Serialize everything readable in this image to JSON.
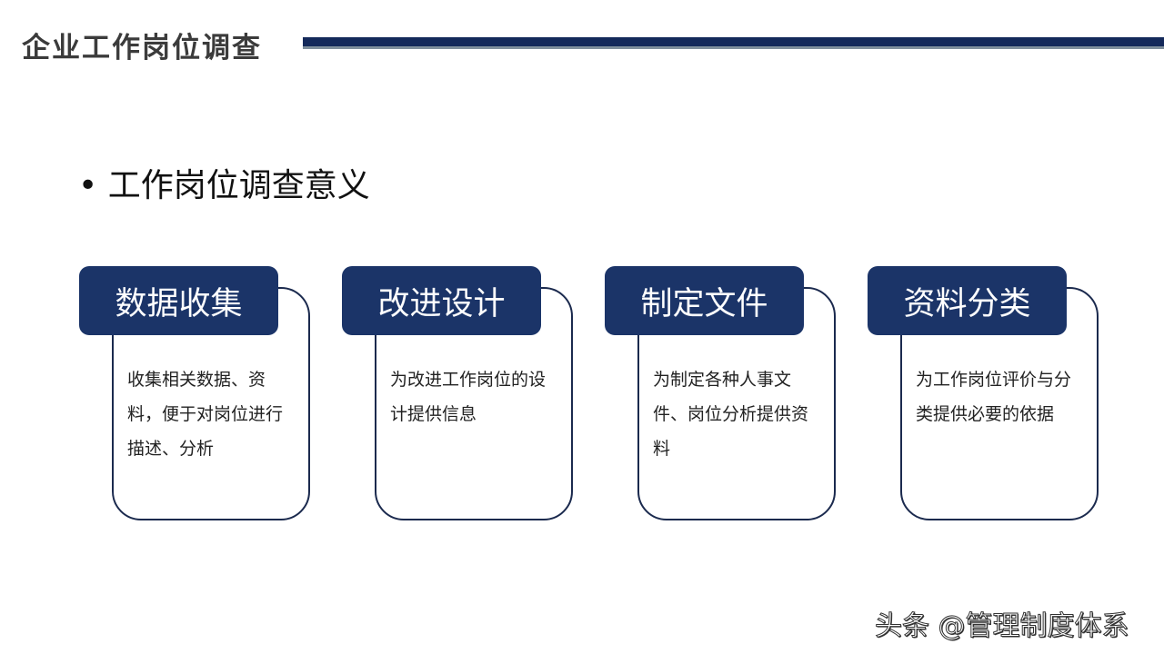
{
  "header": {
    "title": "企业工作岗位调查"
  },
  "section": {
    "bullet": "•",
    "heading": "工作岗位调查意义"
  },
  "cards": [
    {
      "title": "数据收集",
      "text": "收集相关数据、资料，便于对岗位进行描述、分析"
    },
    {
      "title": "改进设计",
      "text": "为改进工作岗位的设计提供信息"
    },
    {
      "title": "制定文件",
      "text": "为制定各种人事文件、岗位分析提供资料"
    },
    {
      "title": "资料分类",
      "text": "为工作岗位评价与分类提供必要的依据"
    }
  ],
  "watermark": "头条 @管理制度体系",
  "colors": {
    "navy": "#1b3468",
    "bar_gray": "#7f8f9c"
  }
}
